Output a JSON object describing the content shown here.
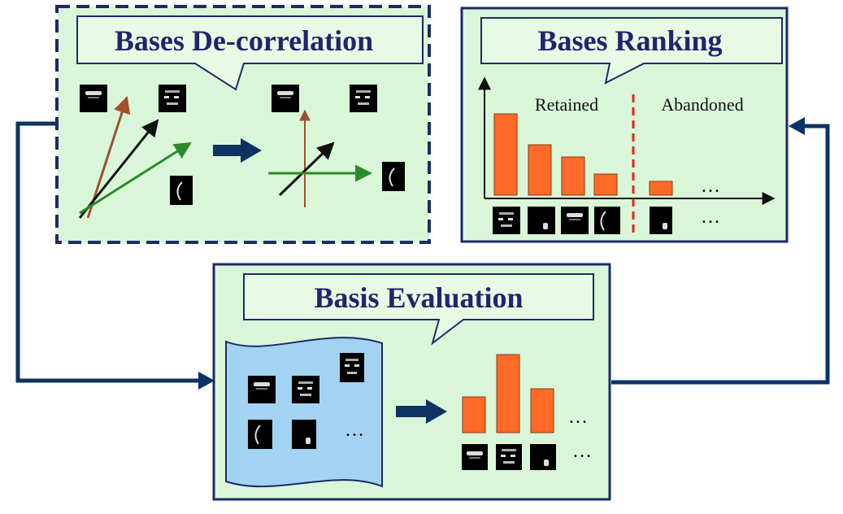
{
  "panels": {
    "decorrelation": {
      "title": "Bases De-correlation"
    },
    "ranking": {
      "title": "Bases Ranking",
      "retained_label": "Retained",
      "abandoned_label": "Abandoned",
      "bar_values": [
        5,
        3.1,
        2.35,
        1.3,
        0.85
      ],
      "ellipsis": "…"
    },
    "evaluation": {
      "title": "Basis Evaluation",
      "bar_values": [
        2.2,
        4.8,
        2.7
      ],
      "ellipsis": "…"
    }
  },
  "colors": {
    "panel_fill": "#d9f7d8",
    "panel_border": "#1c2a6a",
    "bubble_fill": "#e7fbe4",
    "bar_fill": "#ff6a28",
    "arrow": "#0d3363",
    "divider": "#e82222",
    "vector_brown": "#a0512a",
    "vector_black": "#111111",
    "vector_green": "#2a8a2a",
    "sheet_fill": "#a3d3f2",
    "face_fill": "#000000"
  }
}
